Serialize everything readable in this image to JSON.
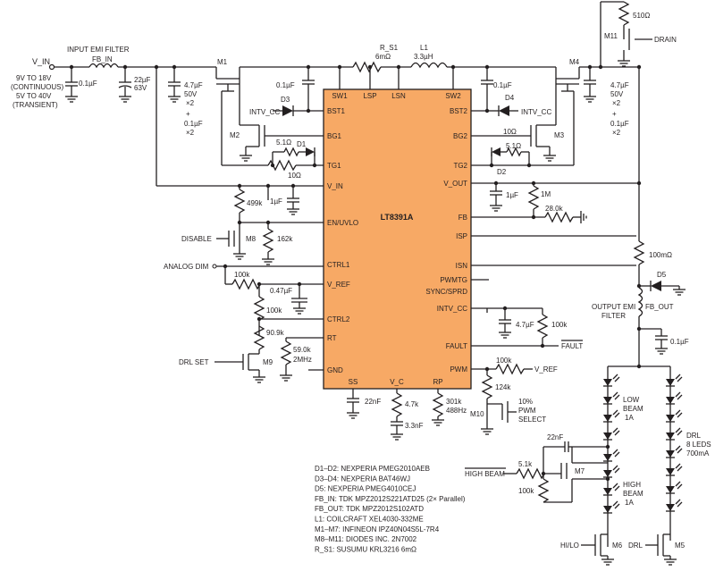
{
  "chip": {
    "name": "LT8391A",
    "pins_left": [
      "BST1",
      "BG1",
      "TG1",
      "V_IN",
      "EN/UVLO",
      "CTRL1",
      "V_REF",
      "CTRL2",
      "RT",
      "GND"
    ],
    "pins_right": [
      "BST2",
      "BG2",
      "TG2",
      "V_OUT",
      "FB",
      "ISP",
      "ISN",
      "PWMTG",
      "SYNC/SPRD",
      "INTV_CC",
      "FAULT",
      "PWM"
    ],
    "pins_top": [
      "SW1",
      "LSP",
      "LSN",
      "SW2"
    ],
    "pins_bottom": [
      "SS",
      "V_C",
      "RP"
    ]
  },
  "labels": {
    "vin": "V_IN",
    "vin_spec1": "9V TO 18V",
    "vin_spec2": "(CONTINUOUS)",
    "vin_spec3": "5V TO 40V",
    "vin_spec4": "(TRANSIENT)",
    "input_filter": "INPUT EMI FILTER",
    "fbin": "FB_IN",
    "c_in1": "0.1µF",
    "c_in2a": "22µF",
    "c_in2b": "63V",
    "c_in3a": "4.7µF",
    "c_in3b": "50V",
    "c_in3c": "×2",
    "c_in3d": "+",
    "c_in3e": "0.1µF",
    "c_in3f": "×2",
    "m1": "M1",
    "m2": "M2",
    "m3": "M3",
    "m4": "M4",
    "d1": "D1",
    "d2": "D2",
    "d3": "D3",
    "d4": "D4",
    "d5": "D5",
    "r51a": "5.1Ω",
    "r10a": "10Ω",
    "r51b": "5.1Ω",
    "r10b": "10Ω",
    "cboot1": "0.1µF",
    "cboot2": "0.1µF",
    "intvcc1": "INTV_CC",
    "intvcc2": "INTV_CC",
    "rs1": "R_S1",
    "rs1v": "6mΩ",
    "l1": "L1",
    "l1v": "3.3µH",
    "c_outa": "4.7µF",
    "c_outb": "50V",
    "c_outc": "×2",
    "c_outd": "+",
    "c_oute": "0.1µF",
    "c_outf": "×2",
    "r510": "510Ω",
    "m11": "M11",
    "drain": "DRAIN",
    "r499k": "499k",
    "c1uf_vin": "1µF",
    "disable": "DISABLE",
    "m8": "M8",
    "r162k": "162k",
    "analog_dim": "ANALOG DIM",
    "r100k_a": "100k",
    "c047": "0.47µF",
    "r100k_b": "100k",
    "r909k": "90.9k",
    "drl_set": "DRL SET",
    "m9": "M9",
    "r590k": "59.0k",
    "f2mhz": "2MHz",
    "c22nf_ss": "22nF",
    "r47k": "4.7k",
    "c33nf": "3.3nF",
    "r301k": "301k",
    "f488": "488Hz",
    "c1uf_vout": "1µF",
    "r1m": "1M",
    "r280k": "28.0k",
    "r100m": "100mΩ",
    "output_filter1": "OUTPUT EMI",
    "output_filter2": "FILTER",
    "fbout": "FB_OUT",
    "c01_out": "0.1µF",
    "c47_intv": "4.7µF",
    "r100k_fault": "100k",
    "fault": "FAULT",
    "r100k_pwm": "100k",
    "vref": "V_REF",
    "r124k": "124k",
    "m10": "M10",
    "pwm1": "10%",
    "pwm2": "PWM",
    "pwm3": "SELECT",
    "low_beam1": "LOW",
    "low_beam2": "BEAM",
    "low_beam3": "1A",
    "high_beam1": "HIGH",
    "high_beam2": "BEAM",
    "high_beam3": "1A",
    "drl1": "DRL",
    "drl2": "8 LEDS",
    "drl3": "700mA",
    "c22nf_hb": "22nF",
    "high_beam_in": "HIGH BEAM",
    "r51k": "5.1k",
    "r100k_hb": "100k",
    "m7": "M7",
    "hilo": "HI/LO",
    "m6": "M6",
    "drl_in": "DRL",
    "m5": "M5"
  },
  "bom": [
    "D1–D2: NEXPERIA PMEG2010AEB",
    "D3–D4: NEXPERIA BAT46WJ",
    "D5: NEXPERIA PMEG4010CEJ",
    "FB_IN: TDK MPZ2012S221ATD25 (2× Parallel)",
    "FB_OUT: TDK MPZ2012S102ATD",
    "L1: COILCRAFT XEL4030-332ME",
    "M1–M7: INFINEON IPZ40N04S5L-7R4",
    "M8–M11: DIODES INC. 2N7002",
    "R_S1: SUSUMU KRL3216 6mΩ"
  ],
  "colors": {
    "chip_fill": "#f7a965",
    "wire": "#231f20",
    "background": "#ffffff"
  }
}
